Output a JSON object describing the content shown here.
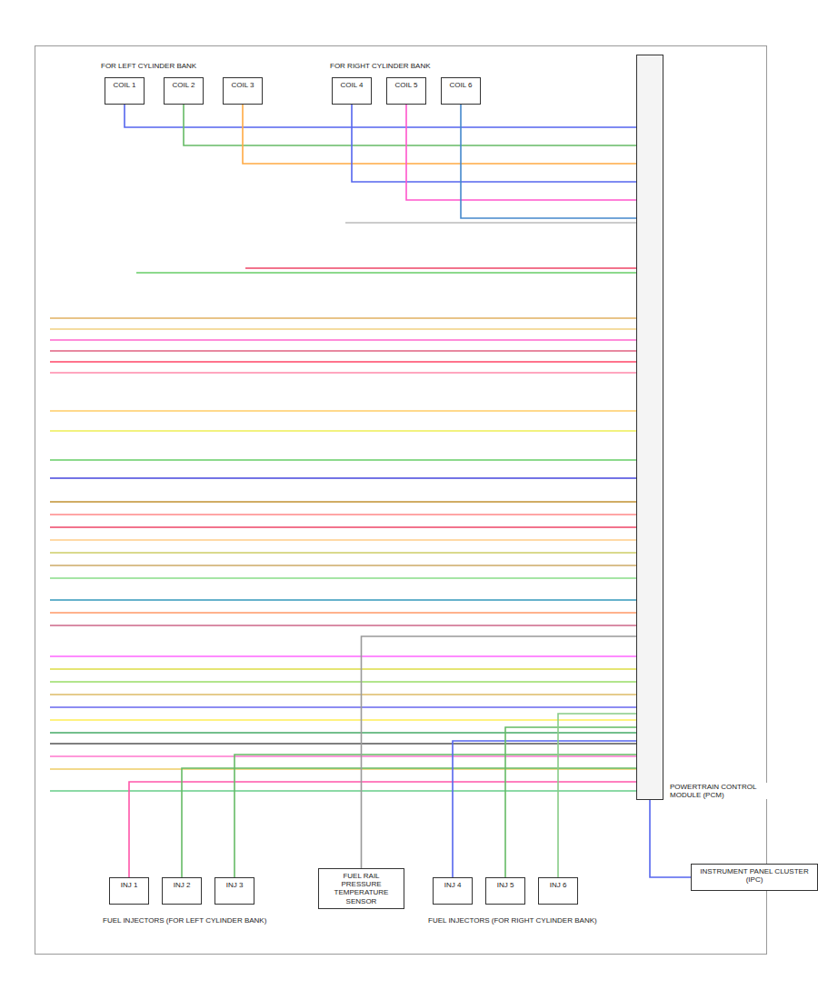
{
  "diagram": {
    "nodes": [
      {
        "text": [
          "COIL 1"
        ]
      },
      {
        "text": [
          "COIL 2"
        ]
      },
      {
        "text": [
          "COIL 3"
        ]
      },
      {
        "text": [
          "COIL 4"
        ]
      },
      {
        "text": [
          "COIL 5"
        ]
      },
      {
        "text": [
          "COIL 6"
        ]
      },
      {
        "text": [
          "POWERTRAIN CONTROL MODULE (PCM)"
        ]
      },
      {
        "text": [
          "INJ 1"
        ]
      },
      {
        "text": [
          "INJ 2"
        ]
      },
      {
        "text": [
          "INJ 3"
        ]
      },
      {
        "text": [
          "FUEL RAIL PRESSURE TEMPERATURE SENSOR"
        ]
      },
      {
        "text": [
          "INJ 4"
        ]
      },
      {
        "text": [
          "INJ 5"
        ]
      },
      {
        "text": [
          "INJ 6"
        ]
      },
      {
        "text": [
          "INSTRUMENT PANEL CLUSTER (IPC)"
        ]
      }
    ],
    "edges": [
      {
        "from": 0,
        "to": 6,
        "arrow": "none"
      },
      {
        "from": 1,
        "to": 6,
        "arrow": "none"
      },
      {
        "from": 2,
        "to": 6,
        "arrow": "none"
      },
      {
        "from": 3,
        "to": 6,
        "arrow": "none"
      },
      {
        "from": 4,
        "to": 6,
        "arrow": "none"
      },
      {
        "from": 5,
        "to": 6,
        "arrow": "none"
      },
      {
        "from": 7,
        "to": 6,
        "arrow": "none"
      },
      {
        "from": 8,
        "to": 6,
        "arrow": "none"
      },
      {
        "from": 9,
        "to": 6,
        "arrow": "none"
      },
      {
        "from": 10,
        "to": 6,
        "arrow": "none"
      },
      {
        "from": 11,
        "to": 6,
        "arrow": "none"
      },
      {
        "from": 12,
        "to": 6,
        "arrow": "none"
      },
      {
        "from": 13,
        "to": 6,
        "arrow": "none"
      },
      {
        "from": 6,
        "to": 14,
        "arrow": "none"
      }
    ],
    "labels": [
      "FOR LEFT CYLINDER BANK",
      "FOR RIGHT CYLINDER BANK",
      "FUEL INJECTORS (FOR LEFT CYLINDER BANK)",
      "FUEL INJECTORS (FOR RIGHT CYLINDER BANK)"
    ]
  }
}
